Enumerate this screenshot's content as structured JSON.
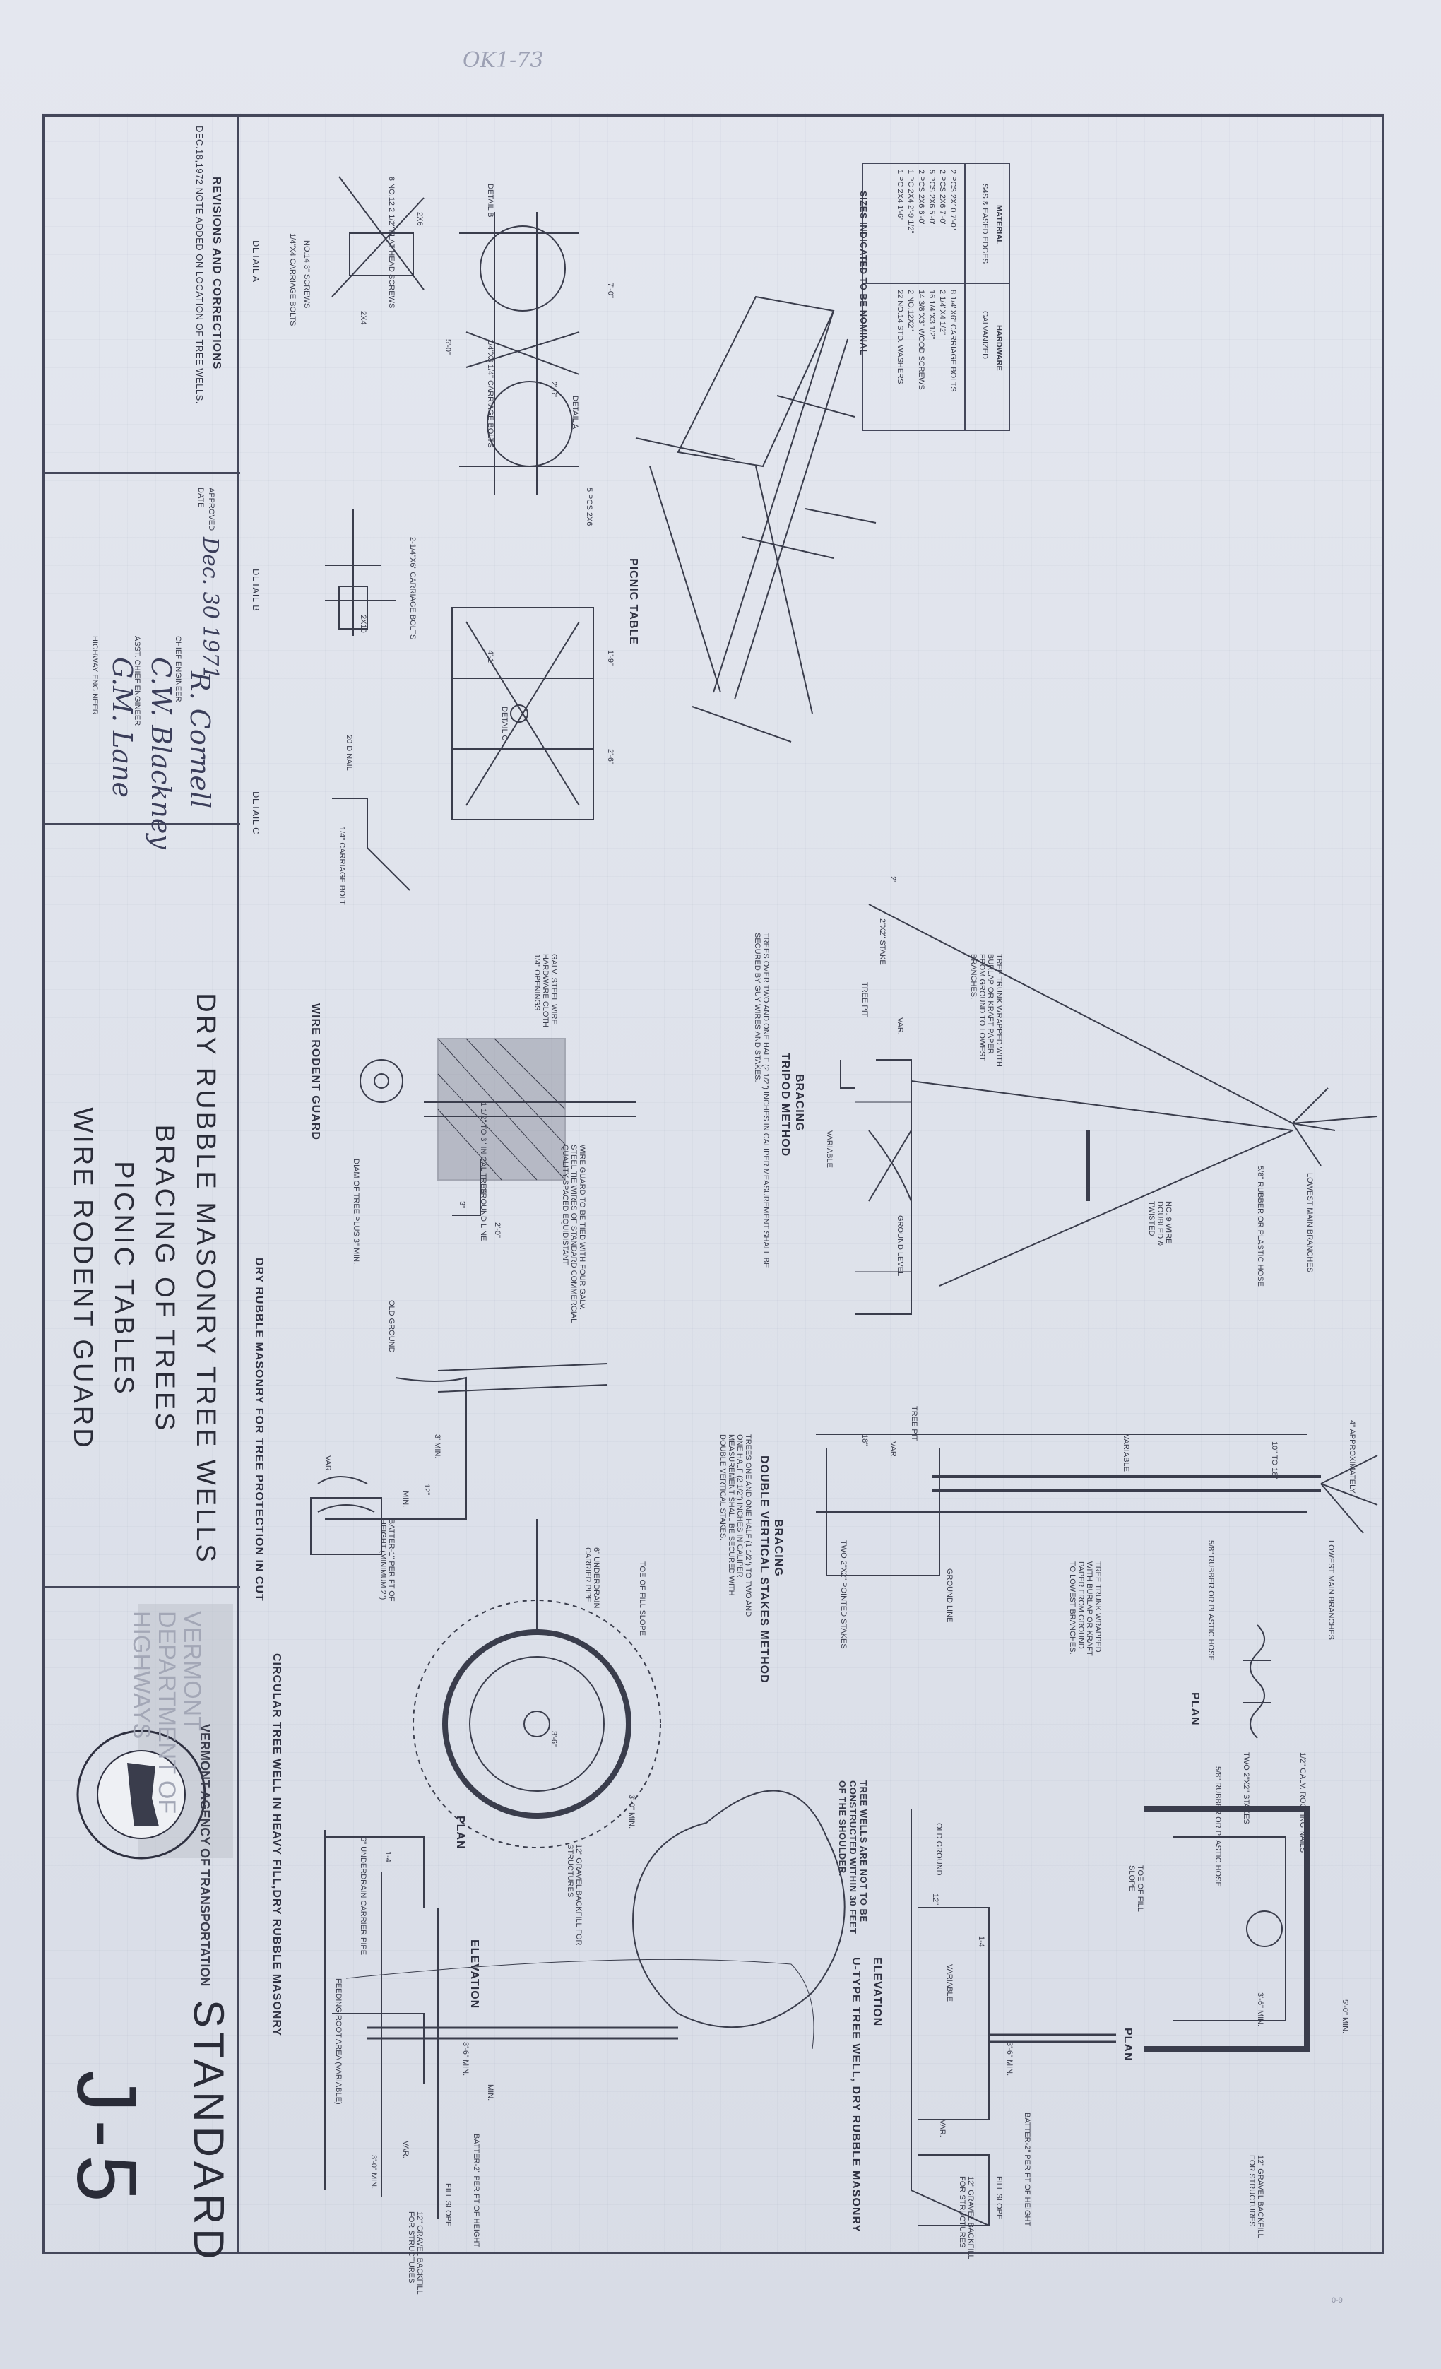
{
  "pencil_note": "OK1-73",
  "footer_mark": "0-9",
  "standard": {
    "label": "STANDARD",
    "number": "J-5"
  },
  "title_lines": [
    "DRY RUBBLE MASONRY TREE WELLS",
    "BRACING OF TREES",
    "PICNIC TABLES",
    "WIRE RODENT GUARD"
  ],
  "revisions": {
    "heading": "REVISIONS AND CORRECTIONS",
    "entry": "DEC.18,1972  NOTE ADDED ON LOCATION OF TREE WELLS."
  },
  "approval": {
    "approved_label": "APPROVED",
    "date_label": "DATE",
    "date": "Dec. 30 1971",
    "signatures": [
      {
        "name": "R. Cornell",
        "role": "CHIEF ENGINEER"
      },
      {
        "name": "C.W. Blackney",
        "role": "ASST. CHIEF ENGINEER"
      },
      {
        "name": "G.M. Lane",
        "role": "HIGHWAY ENGINEER"
      }
    ]
  },
  "seal": {
    "text": "VERMONT AGENCY OF TRANSPORTATION",
    "stamp": "VERMONT DEPARTMENT OF HIGHWAYS"
  },
  "materials_table": {
    "col1_header": "MATERIAL",
    "col1_sub": "S4S & EASED EDGES",
    "col1_rows": [
      "2 PCS 2X10  7'-0\"",
      "2 PCS 2X6  7'-0\"",
      "5 PCS 2X6  5'-0\"",
      "2 PCS 2X6  6'-0\"",
      "1 PC 2X4  2'-9 1/2\"",
      "1 PC 2X4  1'-6\""
    ],
    "col2_header": "HARDWARE",
    "col2_sub": "GALVANIZED",
    "col2_rows": [
      "8 1/4\"X6\" CARRIAGE BOLTS",
      "2 1/4\"X4 1/2\"",
      "16 1/4\"X3 1/2\"",
      "14 3/8\"X3\" WOOD SCREWS",
      "2 NO.12X2\"",
      "22 NO.14 STD. WASHERS"
    ],
    "footnote": "SIZES INDICATED TO BE NOMINAL"
  },
  "picnic_table": {
    "title": "PICNIC TABLE",
    "detail_a": "DETAIL A",
    "detail_b": "DETAIL B",
    "detail_c": "DETAIL C",
    "labels": [
      "8 NO.12 2 1/2\" FLAT HEAD SCREWS",
      "NO.14 3\" SCREWS",
      "1/4\"X4 CARRIAGE BOLTS",
      "2X6",
      "2X4",
      "7'-0\"",
      "5'-0\"",
      "2'-6\"",
      "5 PCS 2X6",
      "2-1/4\"X6\" CARRIAGE BOLTS",
      "2X10",
      "20 D NAIL",
      "1/4\" CARRIAGE BOLT",
      "4'-1\"",
      "1'-9\"",
      "2'-6\"",
      "DETAIL C",
      "1/4\"X3 1/4\" CARRIAGE BOLTS",
      "DETAIL A",
      "DETAIL B"
    ]
  },
  "rodent_guard": {
    "title": "WIRE RODENT GUARD",
    "labels": [
      "GALV. STEEL WIRE HARDWARE CLOTH 1/4\" OPENINGS",
      "1 1/2\" TO 3\" IN CAL TREE",
      "WIRE GUARD TO BE TIED WITH FOUR GALV. STEEL TIE WIRES OF STANDARD COMMERCIAL QUALITY SPACED EQUIDISTANT",
      "GROUND LINE",
      "DIAM OF TREE PLUS 3\" MIN.",
      "2'-0\"",
      "3\""
    ]
  },
  "bracing_tripod": {
    "title": "BRACING",
    "subtitle": "TRIPOD METHOD",
    "note": "TREES OVER TWO AND ONE HALF (2 1/2\") INCHES IN CALIPER MEASUREMENT SHALL BE SECURED BY GUY WIRES AND STAKES.",
    "labels": [
      "2\"X2\" STAKE",
      "TREE PIT",
      "VAR.",
      "VARIABLE",
      "GROUND LEVEL",
      "TREE TRUNK WRAPPED WITH BURLAP OR KRAFT PAPER FROM GROUND TO LOWEST BRANCHES.",
      "LOWEST MAIN BRANCHES",
      "5/8\" RUBBER OR PLASTIC HOSE",
      "NO. 9 WIRE DOUBLED & TWISTED",
      "2'"
    ]
  },
  "bracing_double": {
    "title": "BRACING",
    "subtitle": "DOUBLE VERTICAL STAKES METHOD",
    "note": "TREES ONE AND ONE HALF (1 1/2\") TO TWO AND ONE HALF (2 1/2\") INCHES IN CALIPER MEASUREMENT SHALL BE SECURED WITH DOUBLE VERTICAL STAKES.",
    "labels": [
      "4\" APPROXIMATELY",
      "10\" TO 18\"",
      "VARIABLE",
      "TREE PIT",
      "VAR.",
      "GROUND LINE",
      "TWO 2\"X2\" POINTED STAKES",
      "LOWEST MAIN BRANCHES",
      "TREE TRUNK WRAPPED WITH BURLAP OR KRAFT PAPER FROM GROUND TO LOWEST BRANCHES.",
      "5/8\" RUBBER OR PLASTIC HOSE",
      "PLAN",
      "1/2\" GALV. ROOFING NAILS",
      "TWO 2\"X2\" STAKES",
      "5/8\" RUBBER OR PLASTIC HOSE",
      "18\""
    ]
  },
  "tree_well_cut": {
    "title": "DRY RUBBLE MASONRY FOR TREE PROTECTION IN CUT",
    "labels": [
      "OLD GROUND",
      "3' MIN.",
      "VAR.",
      "MIN.",
      "12\"",
      "BATTER-1\" PER FT OF HEIGHT (MINIMUM 2\")"
    ]
  },
  "circular_well": {
    "title": "CIRCULAR TREE WELL IN HEAVY FILL,DRY RUBBLE MASONRY",
    "plan_label": "PLAN",
    "elevation_label": "ELEVATION",
    "labels": [
      "TOE OF FILL SLOPE",
      "6\" UNDERDRAIN CARRIER PIPE",
      "3'-0\" MIN.",
      "12\" GRAVEL BACKFILL FOR STRUCTURES",
      "3'-6\"",
      "1-4",
      "6\" UNDERDRAIN CARRIER PIPE",
      "FEEDING ROOT AREA (VARIABLE)",
      "3'-0\" MIN.",
      "VAR.",
      "BATTER-2\" PER FT OF HEIGHT",
      "FILL SLOPE",
      "12\" GRAVEL BACKFILL FOR STRUCTURES",
      "3'-6\" MIN.",
      "MIN."
    ]
  },
  "u_well": {
    "title": "U-TYPE TREE WELL, DRY RUBBLE MASONRY",
    "plan_label": "PLAN",
    "elevation_label": "ELEVATION",
    "location_note": "TREE WELLS ARE NOT TO BE CONSTRUCTED WITHIN 30 FEET OF THE SHOULDER.",
    "labels": [
      "TOE OF FILL SLOPE",
      "5'-0\" MIN.",
      "3'-6\" MIN.",
      "12\" GRAVEL BACKFILL FOR STRUCTURES",
      "OLD GROUND",
      "12\"",
      "VARIABLE",
      "1-4",
      "3'-6\" MIN.",
      "VAR.",
      "BATTER-2\" PER FT OF HEIGHT",
      "FILL SLOPE",
      "12\" GRAVEL BACKFILL FOR STRUCTURES"
    ]
  },
  "colors": {
    "paper": "#dfe3ec",
    "ink": "#2b2d38",
    "line": "#44475a"
  }
}
